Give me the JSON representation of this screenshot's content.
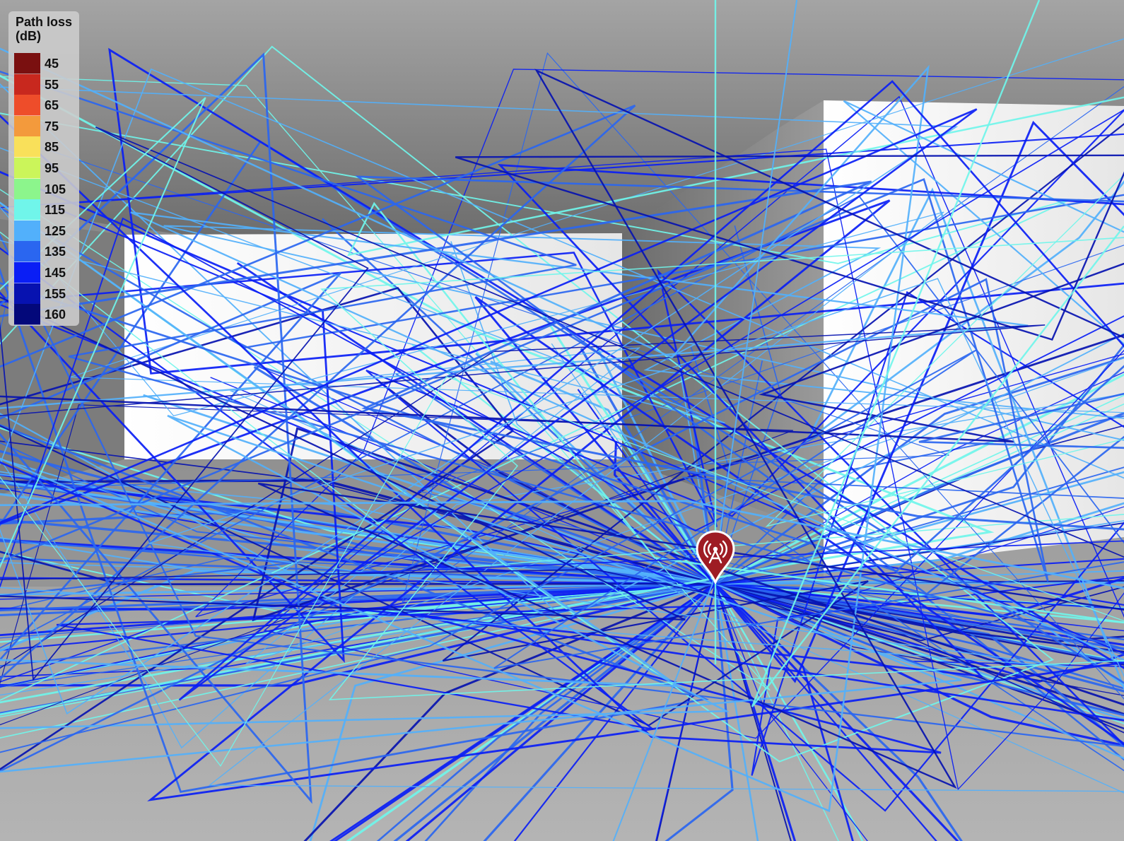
{
  "legend": {
    "title_line1": "Path loss",
    "title_line2": "(dB)",
    "entries": [
      {
        "label": "45",
        "color": "#7a1010"
      },
      {
        "label": "55",
        "color": "#c8281e"
      },
      {
        "label": "65",
        "color": "#ee4d2a"
      },
      {
        "label": "75",
        "color": "#f39a3c"
      },
      {
        "label": "85",
        "color": "#f9e05a"
      },
      {
        "label": "95",
        "color": "#cbf55a"
      },
      {
        "label": "105",
        "color": "#8cf58c"
      },
      {
        "label": "115",
        "color": "#70f5ea"
      },
      {
        "label": "125",
        "color": "#52b0fb"
      },
      {
        "label": "135",
        "color": "#2a66f0"
      },
      {
        "label": "145",
        "color": "#0a1ef5"
      },
      {
        "label": "155",
        "color": "#0712b0"
      },
      {
        "label": "160",
        "color": "#03087a"
      }
    ]
  },
  "transmitter": {
    "icon": "transmitter-tower-icon",
    "color": "#9e1c24"
  },
  "scene": {
    "wall_color": "#f3f3f3",
    "floor_color": "#9b9b9b",
    "ceiling_color": "#8a8a8a"
  }
}
